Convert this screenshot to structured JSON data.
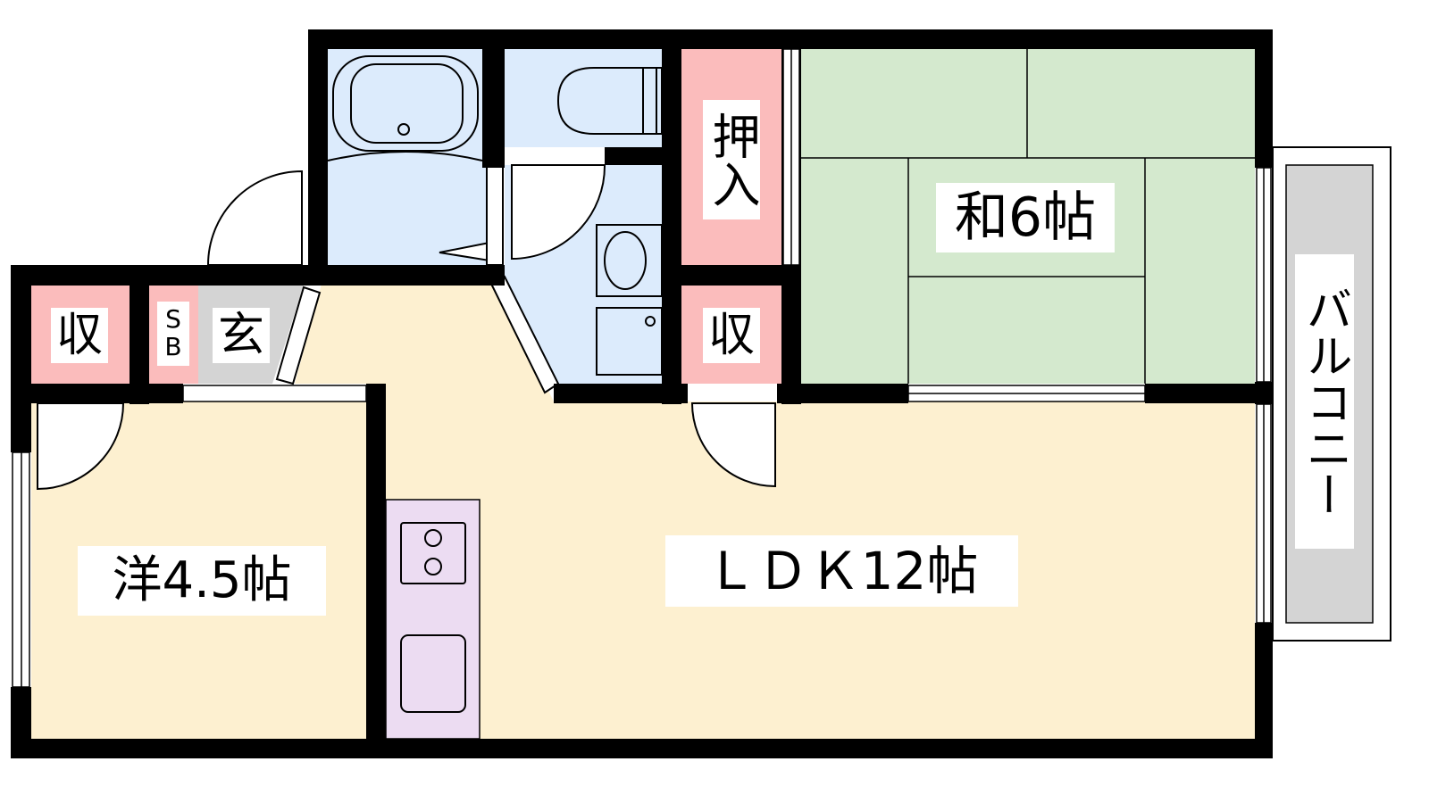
{
  "rooms": {
    "storage_left": "収",
    "shoe_box": "SB",
    "entrance": "玄",
    "closet": "押入",
    "japanese_room": "和6帖",
    "storage_right": "収",
    "western_room": "洋4.5帖",
    "ldk": "ＬＤＫ12帖",
    "balcony": "バルコニー"
  },
  "colors": {
    "wall": "#000000",
    "floor": "#fdf0d0",
    "wet": "#dcebfc",
    "storage": "#fbbcbc",
    "tatami": "#d4e9ce",
    "entrance": "#d4d4d4",
    "kitchen": "#ecdcf2"
  }
}
